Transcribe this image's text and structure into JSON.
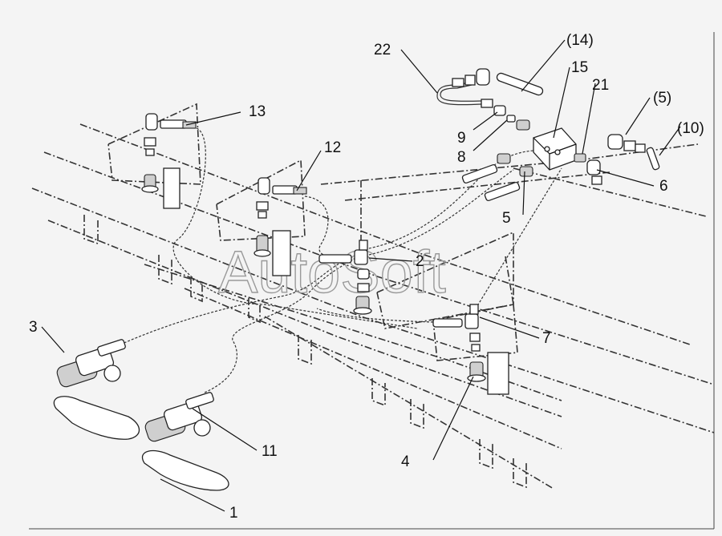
{
  "labels": {
    "l1": "1",
    "l2": "2",
    "l3": "3",
    "l4": "4",
    "l5": "5",
    "l5b": "(5)",
    "l6": "6",
    "l7": "7",
    "l8": "8",
    "l9": "9",
    "l10": "(10)",
    "l11": "11",
    "l12": "12",
    "l13": "13",
    "l14": "(14)",
    "l15": "15",
    "l21": "21",
    "l22": "22"
  },
  "watermark": "AutoSoft",
  "colors": {
    "background": "#f4f4f4",
    "line": "#222222",
    "watermark": "#9a9a9a"
  }
}
